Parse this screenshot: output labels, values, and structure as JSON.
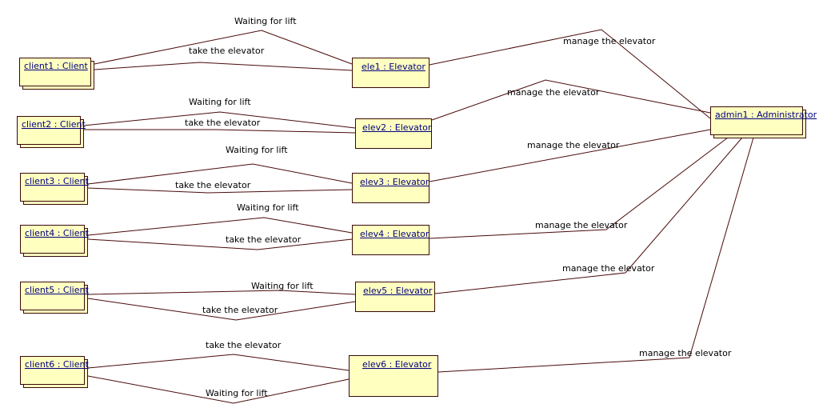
{
  "objects": {
    "client1": "client1 : Client",
    "client2": "client2 : Client",
    "client3": "client3 : Client",
    "client4": "client4 : Client",
    "client5": "client5 : Client",
    "client6": "client6 : Client",
    "elev1": "ele1 : Elevator",
    "elev2": "elev2 : Elevator",
    "elev3": "elev3 : Elevator",
    "elev4": "elev4 : Elevator",
    "elev5": "elev5 : Elevator",
    "elev6": "elev6 : Elevator",
    "admin": "admin1 : Administrator"
  },
  "links": {
    "waiting": "Waiting for lift",
    "take": "take the elevator",
    "manage": "manage the elevator"
  },
  "colors": {
    "box_fill": "#ffffc0",
    "line": "#4a0a0a",
    "name_text": "#000080"
  }
}
